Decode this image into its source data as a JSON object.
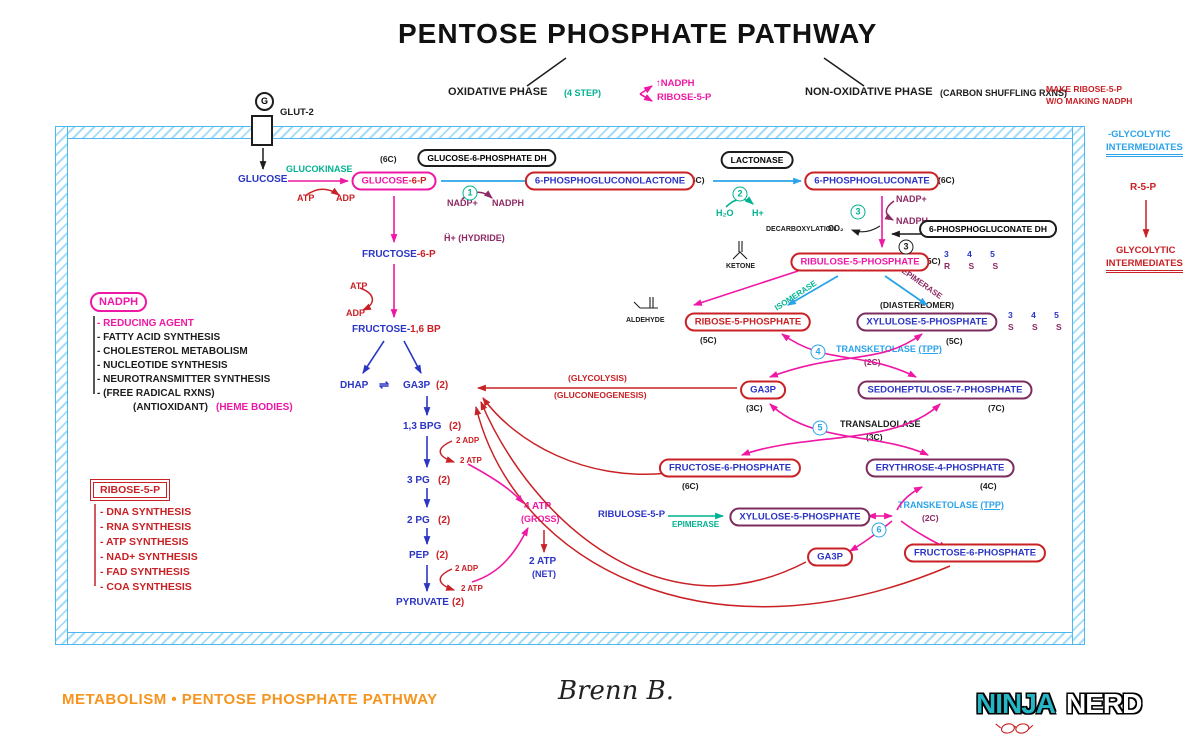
{
  "title": "PENTOSE PHOSPHATE PATHWAY",
  "header": {
    "oxidative_label": "OXIDATIVE PHASE",
    "oxidative_steps": "(4 STEP)",
    "oxidative_out1": "↑NADPH",
    "oxidative_out2": "RIBOSE-5-P",
    "nonoxidative_label": "NON-OXIDATIVE PHASE",
    "nonoxidative_sub": "(CARBON SHUFFLING RXNS)",
    "nonoxidative_note1": "MAKE RIBOSE-5-P",
    "nonoxidative_note2": "W/O MAKING NADPH"
  },
  "right_notes": {
    "blue_line1": "-GLYCOLYTIC",
    "blue_line2": "INTERMEDIATES",
    "r5p": "R-5-P",
    "red_line1": "GLYCOLYTIC",
    "red_line2": "INTERMEDIATES"
  },
  "cell": {
    "ligand": "G",
    "transporter": "GLUT-2"
  },
  "oxidative": {
    "glucose": "GLUCOSE",
    "glucokinase": "GLUCOKINASE",
    "atp": "ATP",
    "adp": "ADP",
    "c6": "(6C)",
    "g6p_a": "GLUCOSE",
    "g6p_b": "-6-P",
    "g6pdh": "GLUCOSE-6-PHOSPHATE DH",
    "step1": "1",
    "nadp": "NADP+",
    "nadph": "NADPH",
    "hydride": "Ḧ+ (HYDRIDE)",
    "lactone": "6-PHOSPHOGLUCONOLACTONE",
    "lactone_c": "(6C)",
    "lactonase": "LACTONASE",
    "step2": "2",
    "h2o": "H₂O",
    "hplus": "H+",
    "gluconate": "6-PHOSPHOGLUCONATE",
    "gluconate_c": "(6C)",
    "step3": "3",
    "decarboxylation": "DECARBOXYLATION",
    "co2": "CO₂",
    "pgdh": "6-PHOSPHOGLUCONATE DH",
    "pgdh_step": "3"
  },
  "ribulose": {
    "name": "RIBULOSE-5-PHOSPHATE",
    "c5": "(5C)",
    "nums": "3 4 5",
    "letters": "R S S",
    "ketone": "KETONE",
    "aldehyde": "ALDEHYDE",
    "isomerase": "ISOMERASE",
    "epimerase": "EPIMERASE"
  },
  "nonox": {
    "ribose": "RIBOSE-5-PHOSPHATE",
    "ribose_c": "(5C)",
    "diastereomer": "(DIASTEREOMER)",
    "xylulose": "XYLULOSE-5-PHOSPHATE",
    "xylulose_c": "(5C)",
    "xyl_nums": "3 4 5",
    "xyl_letters": "S S S",
    "step4": "4",
    "tk1": "TRANSKETOLASE",
    "tpp": "(TPP)",
    "tk_c": "(2C)",
    "ga3p": "GA3P",
    "ga3p_c": "(3C)",
    "sedoheptulose": "SEDOHEPTULOSE-7-PHOSPHATE",
    "sedo_c": "(7C)",
    "glycolysis": "(GLYCOLYSIS)",
    "gluconeogenesis": "(GLUCONEOGENESIS)",
    "step5": "5",
    "transaldolase": "TRANSALDOLASE",
    "ta_c": "(3C)",
    "f6p": "FRUCTOSE-6-PHOSPHATE",
    "f6p_c": "(6C)",
    "e4p": "ERYTHROSE-4-PHOSPHATE",
    "e4p_c": "(4C)"
  },
  "bottom_row": {
    "ribulose5p": "RIBULOSE-5-P",
    "epimerase": "EPIMERASE",
    "xylulose": "XYLULOSE-5-PHOSPHATE",
    "step6": "6",
    "tk": "TRANSKETOLASE",
    "tpp": "(TPP)",
    "tk_c": "(2C)",
    "ga3p": "GA3P",
    "f6p": "FRUCTOSE-6-PHOSPHATE"
  },
  "glycolysis": {
    "f6p_a": "FRUCTOSE",
    "f6p_b": "-6-P",
    "atp": "ATP",
    "adp": "ADP",
    "f16bp_a": "FRUCTOSE-",
    "f16bp_b": "1,6 BP",
    "dhap": "DHAP",
    "eq": "⇌",
    "ga3p": "GA3P",
    "two": "(2)",
    "bpg": "1,3 BPG",
    "pg3": "3 PG",
    "pg2": "2 PG",
    "pep": "PEP",
    "pyruvate": "PYRUVATE",
    "adp2": "2 ADP",
    "atp2": "2 ATP",
    "gross1": "4 ATP",
    "gross2": "(GROSS)",
    "net1": "2 ATP",
    "net2": "(NET)"
  },
  "nadph_box": {
    "title": "NADPH",
    "item0": "- REDUCING AGENT",
    "item1": "- FATTY ACID SYNTHESIS",
    "item2": "- CHOLESTEROL METABOLISM",
    "item3": "- NUCLEOTIDE SYNTHESIS",
    "item4": "- NEUROTRANSMITTER SYNTHESIS",
    "item5": "- (FREE RADICAL RXNS)",
    "item6a": "(ANTIOXIDANT)",
    "item6b": "(HEME BODIES)"
  },
  "ribose_box": {
    "title": "RIBOSE-5-P",
    "items": [
      "- DNA SYNTHESIS",
      "- RNA SYNTHESIS",
      "- ATP SYNTHESIS",
      "- NAD+ SYNTHESIS",
      "- FAD SYNTHESIS",
      "- COA SYNTHESIS"
    ]
  },
  "footer": {
    "course": "METABOLISM • PENTOSE PHOSPHATE PATHWAY",
    "signature": "Brenn B.",
    "logo_ninja": "NINJA",
    "logo_nerd": "NERD"
  },
  "colors": {
    "pink": "#ef18a4",
    "red": "#c92125",
    "blue": "#2b35c4",
    "lblue": "#2ba3e8",
    "teal": "#00b291",
    "maroon": "#8e2963",
    "purple": "#7c2d5e",
    "orange": "#f7941d",
    "black": "#1d1d1d",
    "membrane": "#4cb8ef"
  }
}
